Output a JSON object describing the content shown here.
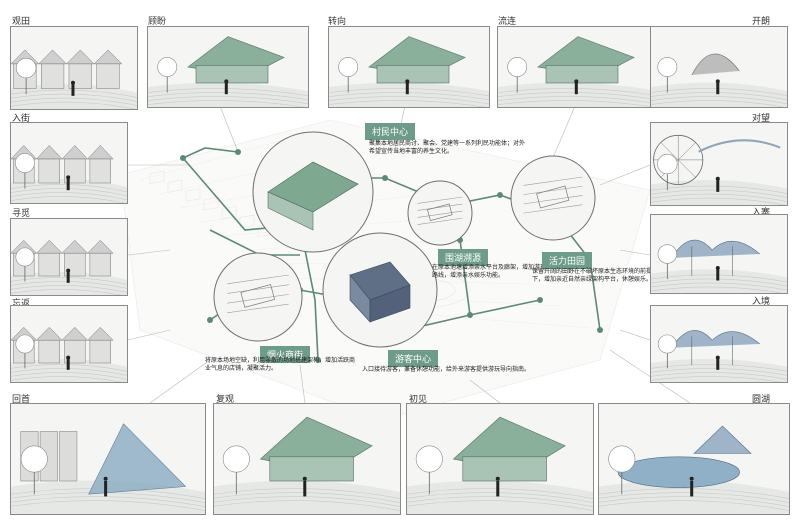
{
  "views": [
    {
      "id": "guantian",
      "label": "观田",
      "type": "street"
    },
    {
      "id": "pan",
      "label": "顾盼",
      "type": "hall"
    },
    {
      "id": "zhuanxiang",
      "label": "转向",
      "type": "hall"
    },
    {
      "id": "liulian",
      "label": "流连",
      "type": "hall"
    },
    {
      "id": "kailang",
      "label": "开朗",
      "type": "plaza"
    },
    {
      "id": "rujie",
      "label": "入街",
      "type": "street"
    },
    {
      "id": "duiwang",
      "label": "对望",
      "type": "wheel"
    },
    {
      "id": "xunmi",
      "label": "寻觅",
      "type": "street"
    },
    {
      "id": "ruzhai",
      "label": "入寨",
      "type": "canopy"
    },
    {
      "id": "wangfan",
      "label": "忘返",
      "type": "street"
    },
    {
      "id": "rujing",
      "label": "入境",
      "type": "canopy"
    },
    {
      "id": "huishou",
      "label": "回首",
      "type": "tent"
    },
    {
      "id": "fuguan",
      "label": "复观",
      "type": "hall"
    },
    {
      "id": "chujian",
      "label": "初见",
      "type": "hall"
    },
    {
      "id": "yuanhu",
      "label": "圆湖",
      "type": "pond"
    }
  ],
  "nodes": [
    {
      "id": "village",
      "title": "村民中心",
      "desc": "聚集本地居民商讨、聚会、党建等一系列利民功能体；对外希望宣传当地丰富的养生文化。"
    },
    {
      "id": "lake",
      "title": "围湖溯源",
      "desc": "在原本池塘增添亲水平台及廊架，增加游玩路线，增添亲水娱乐功能。"
    },
    {
      "id": "field",
      "title": "活力田园",
      "desc": "保留开阔的田野在不破坏原本生态环境的前提下，增加亲近自然亲绿架构平台，休憩娱乐。"
    },
    {
      "id": "street",
      "title": "烟火商街",
      "desc": "将原本场地空缺，利用零散的场地搭建架构，增加活跃商业气息的店铺，凝聚活力。"
    },
    {
      "id": "visitor",
      "title": "游客中心",
      "desc": "入口接待游客，兼备休憩功能，给外来游客提供游玩导向指南。"
    }
  ],
  "colors": {
    "accent": "#6e9c8a",
    "roof": "#7fa891",
    "line": "#5b8a78",
    "water": "#8fb0c6",
    "frame": "#8a8a8a"
  }
}
